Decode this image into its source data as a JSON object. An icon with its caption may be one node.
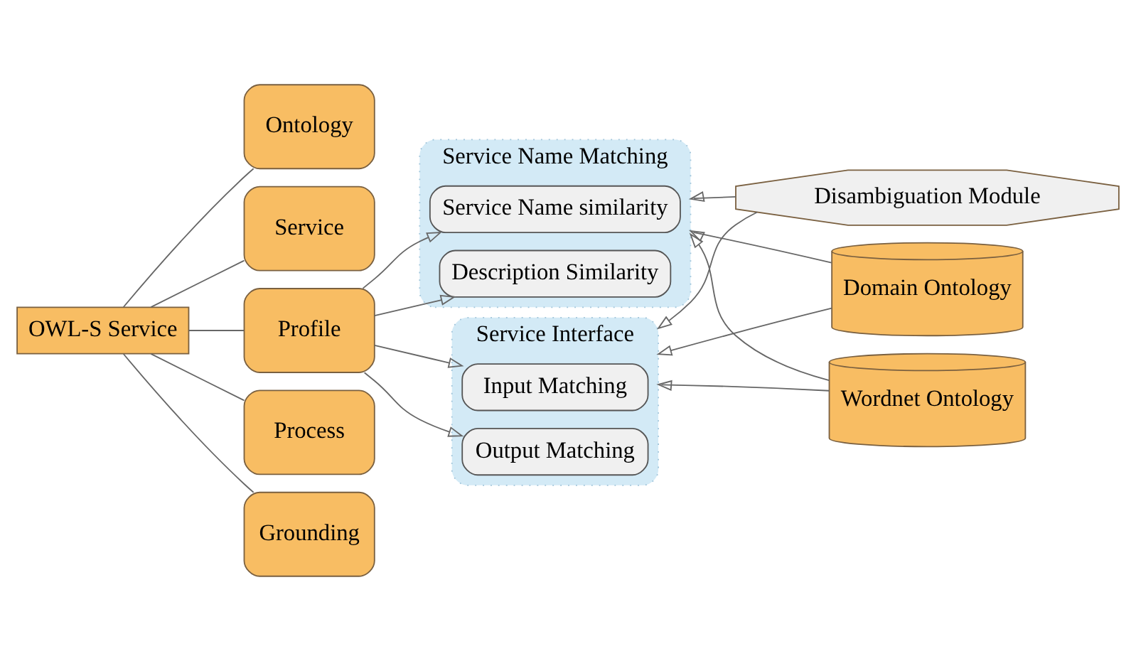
{
  "diagram": {
    "nodes": [
      {
        "text": [
          "OWL-S Service"
        ]
      },
      {
        "text": [
          "Ontology"
        ]
      },
      {
        "text": [
          "Service"
        ]
      },
      {
        "text": [
          "Profile"
        ]
      },
      {
        "text": [
          "Process"
        ]
      },
      {
        "text": [
          "Grounding"
        ]
      },
      {
        "text": [
          "Service Name Matching"
        ]
      },
      {
        "text": [
          "Service Name similarity"
        ],
        "in": 6
      },
      {
        "text": [
          "Description Similarity"
        ],
        "in": 6
      },
      {
        "text": [
          "Service Interface"
        ]
      },
      {
        "text": [
          "Input Matching"
        ],
        "in": 9
      },
      {
        "text": [
          "Output Matching"
        ],
        "in": 9
      },
      {
        "text": [
          "Domain Ontology"
        ]
      },
      {
        "text": [
          "Wordnet Ontology"
        ]
      },
      {
        "text": [
          "Disambiguation Module"
        ]
      }
    ],
    "edges": [
      {
        "from": 0,
        "to": 1,
        "arrow": "none"
      },
      {
        "from": 0,
        "to": 2,
        "arrow": "none"
      },
      {
        "from": 0,
        "to": 3,
        "arrow": "none"
      },
      {
        "from": 0,
        "to": 4,
        "arrow": "none"
      },
      {
        "from": 0,
        "to": 5,
        "arrow": "none"
      },
      {
        "from": 3,
        "to": 7,
        "arrow": "to"
      },
      {
        "from": 3,
        "to": 8,
        "arrow": "to"
      },
      {
        "from": 3,
        "to": 10,
        "arrow": "to"
      },
      {
        "from": 3,
        "to": 11,
        "arrow": "to"
      },
      {
        "from": 12,
        "to": 6,
        "arrow": "to"
      },
      {
        "from": 12,
        "to": 9,
        "arrow": "to"
      },
      {
        "from": 13,
        "to": 6,
        "arrow": "to"
      },
      {
        "from": 13,
        "to": 9,
        "arrow": "to"
      },
      {
        "from": 14,
        "to": 6,
        "arrow": "to"
      },
      {
        "from": 14,
        "to": 9,
        "arrow": "to"
      }
    ]
  }
}
